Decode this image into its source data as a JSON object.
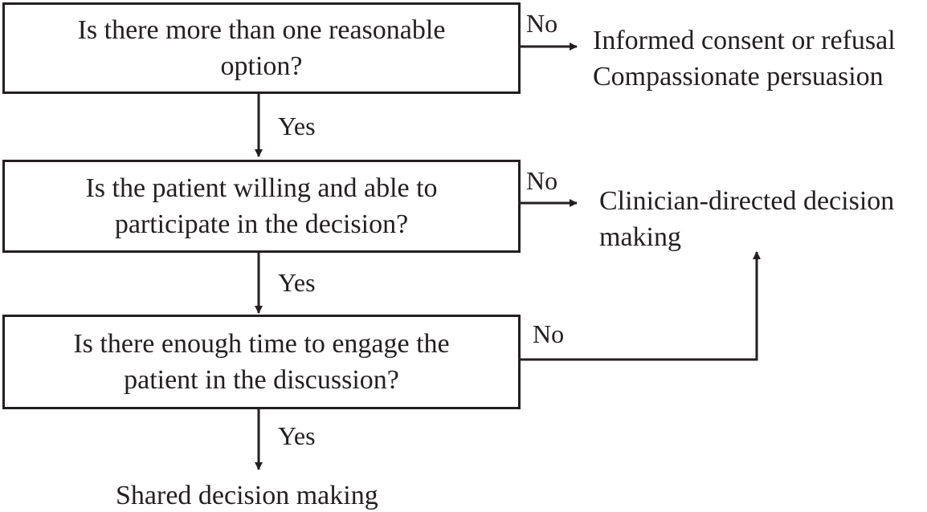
{
  "diagram": {
    "decisions": [
      {
        "id": "q1",
        "lines": [
          "Is there more than one reasonable",
          "option?"
        ],
        "yes_label": "Yes",
        "no_label": "No"
      },
      {
        "id": "q2",
        "lines": [
          "Is the patient willing and able to",
          "participate in the decision?"
        ],
        "yes_label": "Yes",
        "no_label": "No"
      },
      {
        "id": "q3",
        "lines": [
          "Is there enough time to engage the",
          "patient in the discussion?"
        ],
        "yes_label": "Yes",
        "no_label": "No"
      }
    ],
    "outcomes": {
      "q1_no": [
        "Informed consent or refusal",
        "Compassionate persuasion"
      ],
      "q2_no": [
        "Clinician-directed decision",
        "making"
      ],
      "q3_yes": [
        "Shared decision making"
      ]
    },
    "colors": {
      "ink": "#231f20",
      "background": "#ffffff"
    }
  }
}
